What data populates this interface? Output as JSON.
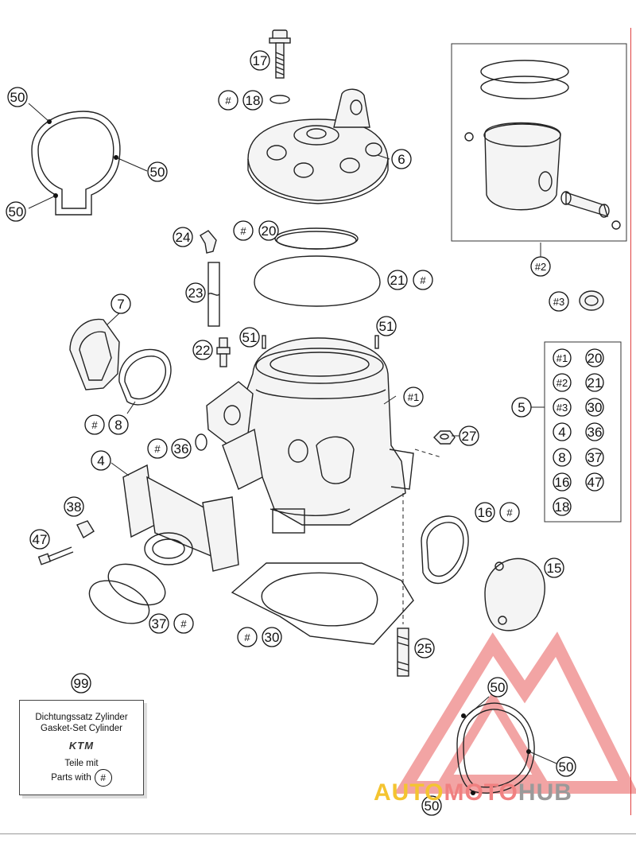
{
  "labels": {
    "p17": "17",
    "p18": "18",
    "p6": "6",
    "p20": "20",
    "p21": "21",
    "p24": "24",
    "p23": "23",
    "p22": "22",
    "p7": "7",
    "p8": "8",
    "p36": "36",
    "p4": "4",
    "p38": "38",
    "p47": "47",
    "p37": "37",
    "p30": "30",
    "p25": "25",
    "p27": "27",
    "p16": "16",
    "p15": "15",
    "p51a": "51",
    "p51b": "51",
    "cyl": "#1",
    "piston": "#2",
    "bearing": "#3",
    "kit5": "5",
    "p99": "99",
    "g50a": "50",
    "g50b": "50",
    "g50c": "50",
    "g50d": "50",
    "g50e": "50",
    "g50f": "50",
    "hash": "#"
  },
  "kit_table": [
    [
      "#1",
      "20"
    ],
    [
      "#2",
      "21"
    ],
    [
      "#3",
      "30"
    ],
    [
      "4",
      "36"
    ],
    [
      "8",
      "37"
    ],
    [
      "16",
      "47"
    ],
    [
      "18",
      ""
    ]
  ],
  "kit_box": {
    "line1": "Dichtungssatz Zylinder",
    "line2": "Gasket-Set Cylinder",
    "logo": "KTM",
    "line3": "Teile mit",
    "line4": "Parts with",
    "hash": "#"
  },
  "watermark": {
    "part1": "AUTO",
    "part2": "MOTO",
    "part3": "HUB"
  }
}
